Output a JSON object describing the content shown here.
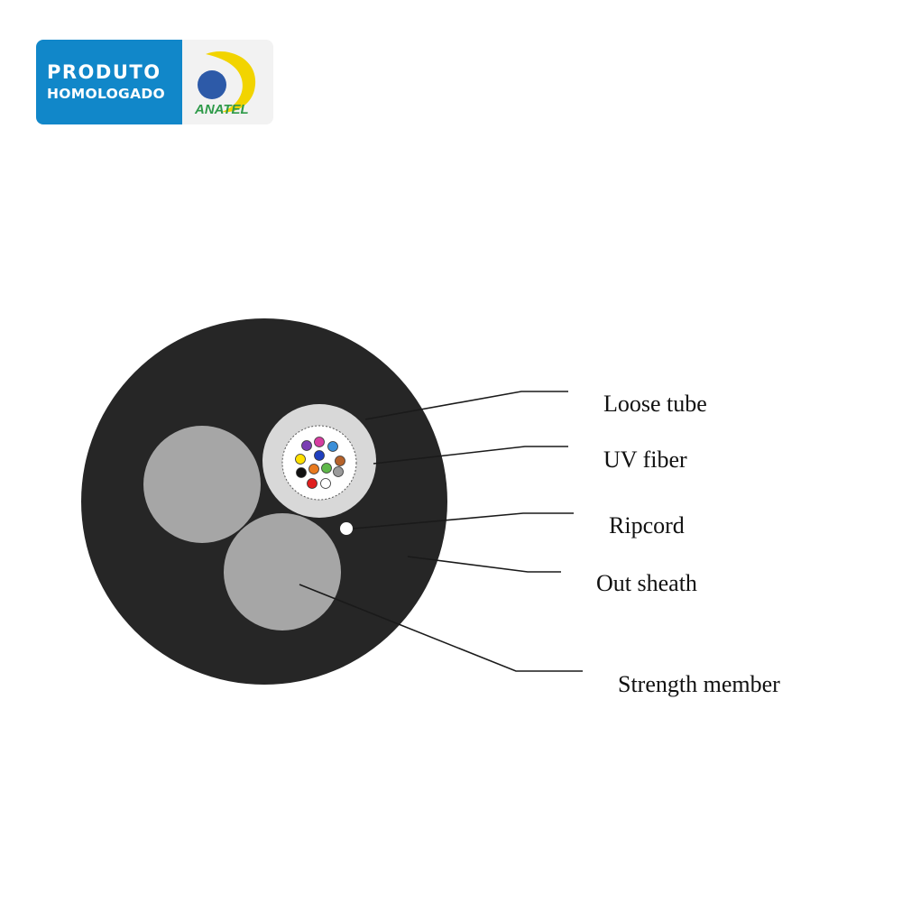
{
  "badge": {
    "line1": "PRODUTO",
    "line2": "HOMOLOGADO",
    "logo_text": "ANATEL",
    "colors": {
      "left_bg": "#1187c9",
      "right_bg": "#f2f2f2",
      "logo_blue": "#2d5aa8",
      "logo_yellow": "#f2d400",
      "logo_green": "#2e9a49"
    }
  },
  "labels": {
    "loose_tube": "Loose tube",
    "uv_fiber": "UV fiber",
    "ripcord": "Ripcord",
    "out_sheath": "Out sheath",
    "strength_member": "Strength member"
  },
  "colors": {
    "sheath": "#262626",
    "strength_member": "#a6a6a6",
    "loose_tube": "#d8d8d8",
    "leader": "#1a1a1a"
  },
  "fiber_colors": [
    "#7a3fb3",
    "#d63da0",
    "#3c8fd8",
    "#ffe000",
    "#1f3fbf",
    "#b5622a",
    "#111111",
    "#e87a1f",
    "#5fb84a",
    "#9a9a9a",
    "#e01f1f",
    "#ffffff"
  ]
}
